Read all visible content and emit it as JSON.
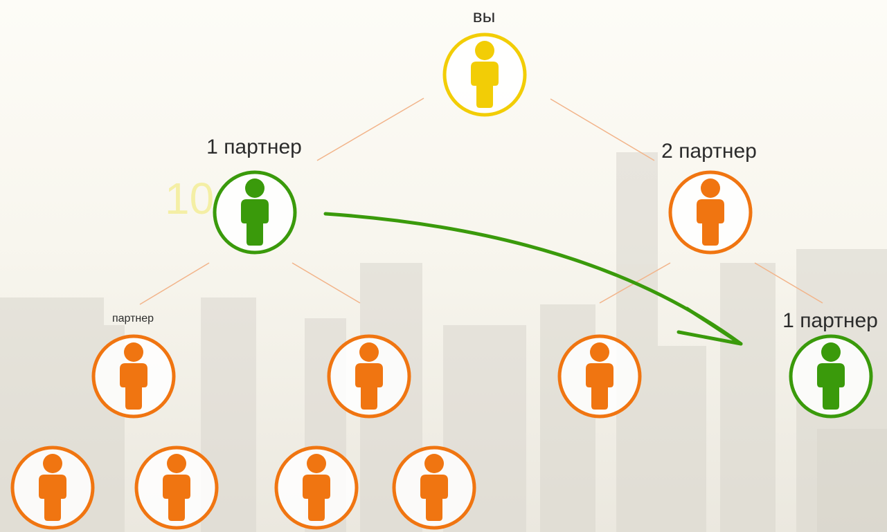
{
  "diagram": {
    "colors": {
      "you": "#f2cd06",
      "partner_green": "#3a9a0b",
      "partner_orange": "#f07511",
      "connector": "#f2b48a",
      "arrow": "#3a9a0b"
    },
    "labels": {
      "you": "вы",
      "partner_1": "1 партнер",
      "partner_2": "2 партнер",
      "partner_small": "партнер",
      "partner_1_moved": "1 партнер"
    },
    "faded_text": "10",
    "nodes": [
      {
        "id": "you",
        "color": "you"
      },
      {
        "id": "partner-1",
        "color": "partner_green"
      },
      {
        "id": "partner-2",
        "color": "partner_orange"
      },
      {
        "id": "sub-partner-1",
        "color": "partner_orange"
      },
      {
        "id": "sub-partner-2",
        "color": "partner_orange"
      },
      {
        "id": "sub-partner-3",
        "color": "partner_orange"
      },
      {
        "id": "moved-partner",
        "color": "partner_green"
      },
      {
        "id": "leaf-1",
        "color": "partner_orange"
      },
      {
        "id": "leaf-2",
        "color": "partner_orange"
      },
      {
        "id": "leaf-3",
        "color": "partner_orange"
      },
      {
        "id": "leaf-4",
        "color": "partner_orange"
      }
    ]
  }
}
